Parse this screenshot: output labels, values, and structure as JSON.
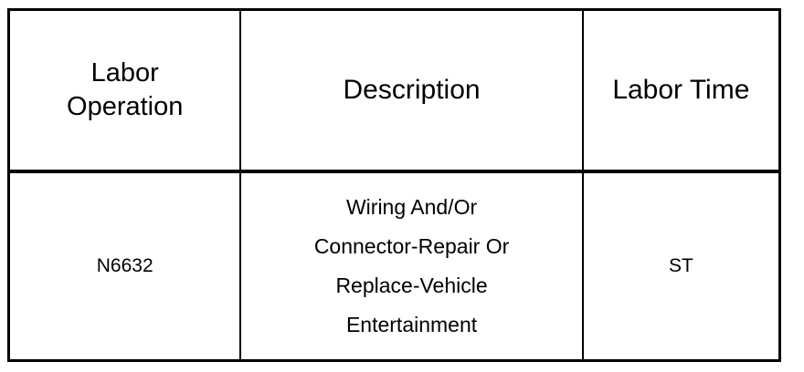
{
  "table": {
    "columns": [
      {
        "key": "labor_operation",
        "header": "Labor\nOperation"
      },
      {
        "key": "description",
        "header": "Description"
      },
      {
        "key": "labor_time",
        "header": "Labor Time"
      }
    ],
    "rows": [
      {
        "labor_operation": "N6632",
        "description": "Wiring And/Or\nConnector-Repair Or\nReplace-Vehicle\nEntertainment",
        "labor_time": "ST"
      }
    ],
    "style": {
      "border_color": "#000000",
      "background": "#ffffff",
      "text_color": "#000000"
    }
  }
}
